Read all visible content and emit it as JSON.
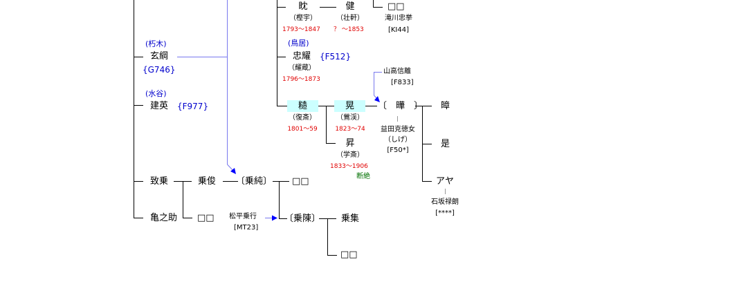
{
  "colors": {
    "line": "#000000",
    "adoption_line": "#7777ee",
    "adoption_arrow": "#0000ff",
    "years": "#e00000",
    "family_ref": "#0000cc",
    "note": "#007000",
    "highlight": "#ccffff"
  },
  "persons": {
    "genko": {
      "family": "(朽木)",
      "name": "玄綱",
      "ref": "{G746}"
    },
    "kenei": {
      "family": "(水谷)",
      "name": "建英",
      "ref": "{F977}"
    },
    "tan": {
      "name": "眈",
      "alias": "（樫宇）",
      "years": "1793〜1847"
    },
    "ken": {
      "name": "健",
      "alias": "（壮軒）",
      "years": "？ 〜1853"
    },
    "unknown_top": {
      "name": "□□",
      "spouse": "滝川忠挙",
      "ref": "[KI44]"
    },
    "tadateru": {
      "family": "(鳥居)",
      "name": "忠耀",
      "ref": "{F512}",
      "alias": "（耀蔵）",
      "years": "1796〜1873"
    },
    "yamataka": {
      "name": "山高信離",
      "ref": "[F833]"
    },
    "kou": {
      "name": "糙",
      "alias": "（復斎）",
      "years": "1801〜59"
    },
    "akira": {
      "name": "晃",
      "alias": "（鶯渓）",
      "years": "1823〜74"
    },
    "noboru": {
      "name": "昇",
      "alias": "（学斎）",
      "years": "1833〜1906",
      "note": "断絶"
    },
    "yo": {
      "name": "〔　曄　〕",
      "spouse": "益田克徳女",
      "spouse_alias": "（しげ）",
      "spouse_ref": "[F50*]"
    },
    "hitomi": {
      "name": "暲"
    },
    "kore": {
      "name": "是"
    },
    "aya": {
      "name": "アヤ",
      "spouse": "石坂禄朗",
      "ref": "[****]"
    },
    "munenori": {
      "name": "致乗"
    },
    "norito": {
      "name": "乗俊"
    },
    "norizumi": {
      "name": "〔乗純〕"
    },
    "unknown_a": {
      "name": "□□"
    },
    "kamenosuke": {
      "name": "亀之助"
    },
    "unknown_b": {
      "name": "□□"
    },
    "matsudaira": {
      "name": "松平乗行",
      "ref": "[MT23]"
    },
    "noritsura": {
      "name": "〔乗陳〕"
    },
    "noritsudoi": {
      "name": "乗集"
    },
    "unknown_c": {
      "name": "□□"
    }
  }
}
